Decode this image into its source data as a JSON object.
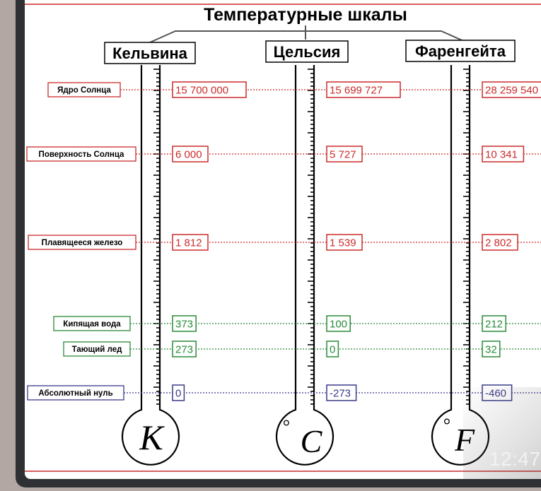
{
  "title": "Температурные шкалы",
  "scales": [
    {
      "name": "Кельвина",
      "symbol": "K"
    },
    {
      "name": "Цельсия",
      "symbol": "C"
    },
    {
      "name": "Фаренгейта",
      "symbol": "F"
    }
  ],
  "degree_sign": "°",
  "rows": [
    {
      "label": "Ядро Солнца",
      "group": "hot",
      "values": [
        "15 700 000",
        "15 699 727",
        "28 259 540"
      ]
    },
    {
      "label": "Поверхность Солнца",
      "group": "hot",
      "values": [
        "6 000",
        "5 727",
        "10 341"
      ]
    },
    {
      "label": "Плавящееся железо",
      "group": "hot",
      "values": [
        "1 812",
        "1 539",
        "2 802"
      ]
    },
    {
      "label": "Кипящая вода",
      "group": "water",
      "values": [
        "373",
        "100",
        "212"
      ]
    },
    {
      "label": "Тающий лед",
      "group": "water",
      "values": [
        "273",
        "0",
        "32"
      ]
    },
    {
      "label": "Абсолютный нуль",
      "group": "zero",
      "values": [
        "0",
        "-273",
        "-460"
      ]
    }
  ],
  "colors": {
    "hot": "#cc2b2b",
    "water": "#2a8a3a",
    "zero": "#3a3a8a",
    "frame": "#2e3033",
    "outside": "#b3a7a4"
  },
  "clock": "12:47"
}
